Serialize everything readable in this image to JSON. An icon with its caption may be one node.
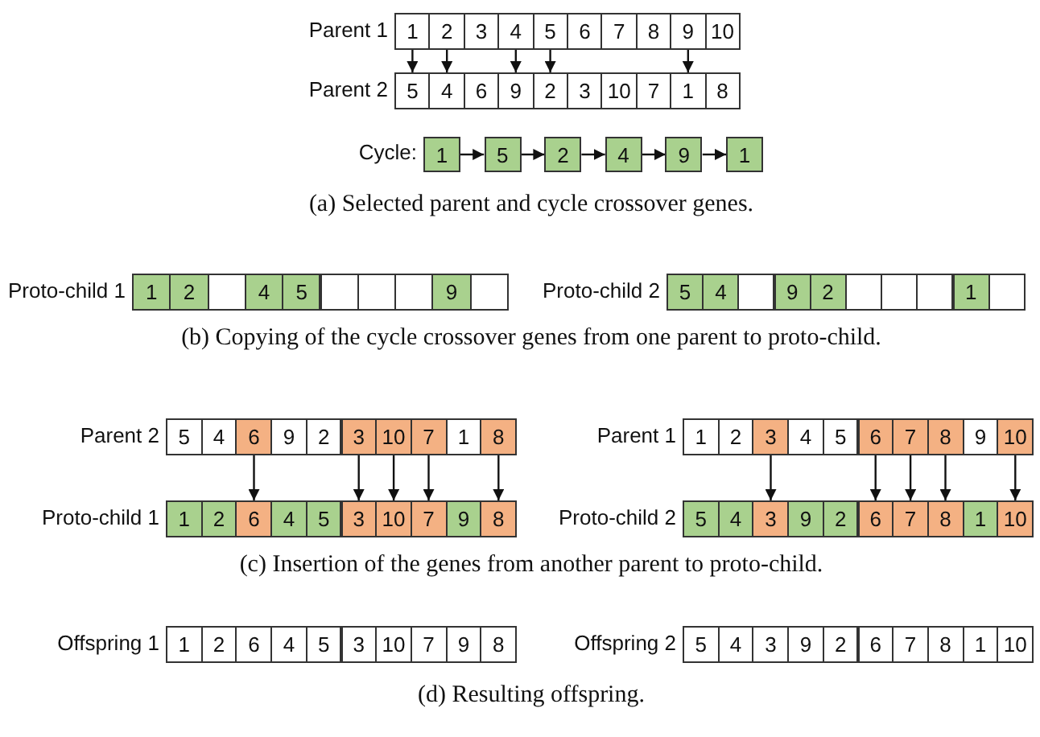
{
  "diagram": {
    "nodes": [
      {
        "text": [
          "1"
        ]
      },
      {
        "text": [
          "2"
        ]
      },
      {
        "text": [
          "3"
        ]
      },
      {
        "text": [
          "4"
        ]
      },
      {
        "text": [
          "5"
        ]
      },
      {
        "text": [
          "6"
        ]
      },
      {
        "text": [
          "7"
        ]
      },
      {
        "text": [
          "8"
        ]
      },
      {
        "text": [
          "9"
        ]
      },
      {
        "text": [
          "10"
        ]
      },
      {
        "text": [
          "5"
        ]
      },
      {
        "text": [
          "4"
        ]
      },
      {
        "text": [
          "6"
        ]
      },
      {
        "text": [
          "9"
        ]
      },
      {
        "text": [
          "2"
        ]
      },
      {
        "text": [
          "3"
        ]
      },
      {
        "text": [
          "10"
        ]
      },
      {
        "text": [
          "7"
        ]
      },
      {
        "text": [
          "1"
        ]
      },
      {
        "text": [
          "8"
        ]
      },
      {
        "text": [
          "1"
        ]
      },
      {
        "text": [
          "5"
        ]
      },
      {
        "text": [
          "2"
        ]
      },
      {
        "text": [
          "4"
        ]
      },
      {
        "text": [
          "9"
        ]
      },
      {
        "text": [
          "1"
        ]
      },
      {
        "text": [
          "1"
        ]
      },
      {
        "text": [
          "2"
        ]
      },
      {
        "text": [],
        "shape": "box"
      },
      {
        "text": [
          "4"
        ]
      },
      {
        "text": [
          "5"
        ]
      },
      {
        "text": [],
        "shape": "box"
      },
      {
        "text": [],
        "shape": "box"
      },
      {
        "text": [],
        "shape": "box"
      },
      {
        "text": [
          "9"
        ]
      },
      {
        "text": [],
        "shape": "box"
      },
      {
        "text": [
          "5"
        ]
      },
      {
        "text": [
          "4"
        ]
      },
      {
        "text": [],
        "shape": "box"
      },
      {
        "text": [
          "9"
        ]
      },
      {
        "text": [
          "2"
        ]
      },
      {
        "text": [],
        "shape": "box"
      },
      {
        "text": [],
        "shape": "box"
      },
      {
        "text": [],
        "shape": "box"
      },
      {
        "text": [
          "1"
        ]
      },
      {
        "text": [],
        "shape": "box"
      },
      {
        "text": [
          "5"
        ]
      },
      {
        "text": [
          "4"
        ]
      },
      {
        "text": [
          "6"
        ]
      },
      {
        "text": [
          "9"
        ]
      },
      {
        "text": [
          "2"
        ]
      },
      {
        "text": [
          "3"
        ]
      },
      {
        "text": [
          "10"
        ]
      },
      {
        "text": [
          "7"
        ]
      },
      {
        "text": [
          "1"
        ]
      },
      {
        "text": [
          "8"
        ]
      },
      {
        "text": [
          "1"
        ]
      },
      {
        "text": [
          "2"
        ]
      },
      {
        "text": [
          "3"
        ]
      },
      {
        "text": [
          "4"
        ]
      },
      {
        "text": [
          "5"
        ]
      },
      {
        "text": [
          "6"
        ]
      },
      {
        "text": [
          "7"
        ]
      },
      {
        "text": [
          "8"
        ]
      },
      {
        "text": [
          "9"
        ]
      },
      {
        "text": [
          "10"
        ]
      },
      {
        "text": [
          "1"
        ]
      },
      {
        "text": [
          "2"
        ]
      },
      {
        "text": [
          "6"
        ]
      },
      {
        "text": [
          "4"
        ]
      },
      {
        "text": [
          "5"
        ]
      },
      {
        "text": [
          "3"
        ]
      },
      {
        "text": [
          "10"
        ]
      },
      {
        "text": [
          "7"
        ]
      },
      {
        "text": [
          "9"
        ]
      },
      {
        "text": [
          "8"
        ]
      },
      {
        "text": [
          "5"
        ]
      },
      {
        "text": [
          "4"
        ]
      },
      {
        "text": [
          "3"
        ]
      },
      {
        "text": [
          "9"
        ]
      },
      {
        "text": [
          "2"
        ]
      },
      {
        "text": [
          "6"
        ]
      },
      {
        "text": [
          "7"
        ]
      },
      {
        "text": [
          "8"
        ]
      },
      {
        "text": [
          "1"
        ]
      },
      {
        "text": [
          "10"
        ]
      },
      {
        "text": [
          "1"
        ]
      },
      {
        "text": [
          "2"
        ]
      },
      {
        "text": [
          "6"
        ]
      },
      {
        "text": [
          "4"
        ]
      },
      {
        "text": [
          "5"
        ]
      },
      {
        "text": [
          "3"
        ]
      },
      {
        "text": [
          "10"
        ]
      },
      {
        "text": [
          "7"
        ]
      },
      {
        "text": [
          "9"
        ]
      },
      {
        "text": [
          "8"
        ]
      },
      {
        "text": [
          "5"
        ]
      },
      {
        "text": [
          "4"
        ]
      },
      {
        "text": [
          "3"
        ]
      },
      {
        "text": [
          "9"
        ]
      },
      {
        "text": [
          "2"
        ]
      },
      {
        "text": [
          "6"
        ]
      },
      {
        "text": [
          "7"
        ]
      },
      {
        "text": [
          "8"
        ]
      },
      {
        "text": [
          "1"
        ]
      },
      {
        "text": [
          "10"
        ]
      }
    ],
    "edges": [
      {
        "from": 0,
        "to": 10,
        "arrow": "to"
      },
      {
        "from": 1,
        "to": 11,
        "arrow": "to"
      },
      {
        "from": 3,
        "to": 13,
        "arrow": "to"
      },
      {
        "from": 4,
        "to": 14,
        "arrow": "to"
      },
      {
        "from": 8,
        "to": 18,
        "arrow": "to"
      },
      {
        "from": 20,
        "to": 21,
        "arrow": "to"
      },
      {
        "from": 21,
        "to": 22,
        "arrow": "to"
      },
      {
        "from": 22,
        "to": 23,
        "arrow": "to"
      },
      {
        "from": 23,
        "to": 24,
        "arrow": "to"
      },
      {
        "from": 24,
        "to": 25,
        "arrow": "to"
      },
      {
        "from": 48,
        "to": 68,
        "arrow": "to"
      },
      {
        "from": 51,
        "to": 71,
        "arrow": "to"
      },
      {
        "from": 52,
        "to": 72,
        "arrow": "to"
      },
      {
        "from": 53,
        "to": 73,
        "arrow": "to"
      },
      {
        "from": 55,
        "to": 75,
        "arrow": "to"
      },
      {
        "from": 58,
        "to": 78,
        "arrow": "to"
      },
      {
        "from": 61,
        "to": 81,
        "arrow": "to"
      },
      {
        "from": 62,
        "to": 82,
        "arrow": "to"
      },
      {
        "from": 63,
        "to": 83,
        "arrow": "to"
      },
      {
        "from": 65,
        "to": 85,
        "arrow": "to"
      }
    ],
    "labels": [
      "Parent 1",
      "Parent 2",
      "Cycle:",
      "(a) Selected parent and cycle crossover genes.",
      "Proto-child 1",
      "Proto-child 2",
      "(b) Copying of the cycle crossover genes from one parent to proto-child.",
      "Parent 2",
      "Parent 1",
      "Proto-child 1",
      "Proto-child 2",
      "(c) Insertion of the genes from another parent to proto-child.",
      "Offspring 1",
      "Offspring 2",
      "(d) Resulting offspring."
    ]
  }
}
